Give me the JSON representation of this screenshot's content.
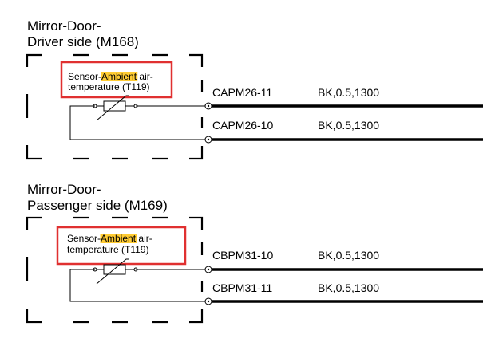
{
  "components": [
    {
      "title_line1": "Mirror-Door-",
      "title_line2": "Driver side (M168)",
      "sensor": {
        "prefix": "Sensor-",
        "highlight": "Ambient",
        "suffix": " air-",
        "line2": "temperature (T119)"
      },
      "wires": [
        {
          "pin": "CAPM26-11",
          "spec": "BK,0.5,1300"
        },
        {
          "pin": "CAPM26-10",
          "spec": "BK,0.5,1300"
        }
      ]
    },
    {
      "title_line1": "Mirror-Door-",
      "title_line2": "Passenger side (M169)",
      "sensor": {
        "prefix": "Sensor-",
        "highlight": "Ambient",
        "suffix": " air-",
        "line2": "temperature (T119)"
      },
      "wires": [
        {
          "pin": "CBPM31-10",
          "spec": "BK,0.5,1300"
        },
        {
          "pin": "CBPM31-11",
          "spec": "BK,0.5,1300"
        }
      ]
    }
  ],
  "colors": {
    "highlight_box": "#e03030",
    "highlight_fill": "#ffcc33",
    "wire": "#000000"
  }
}
